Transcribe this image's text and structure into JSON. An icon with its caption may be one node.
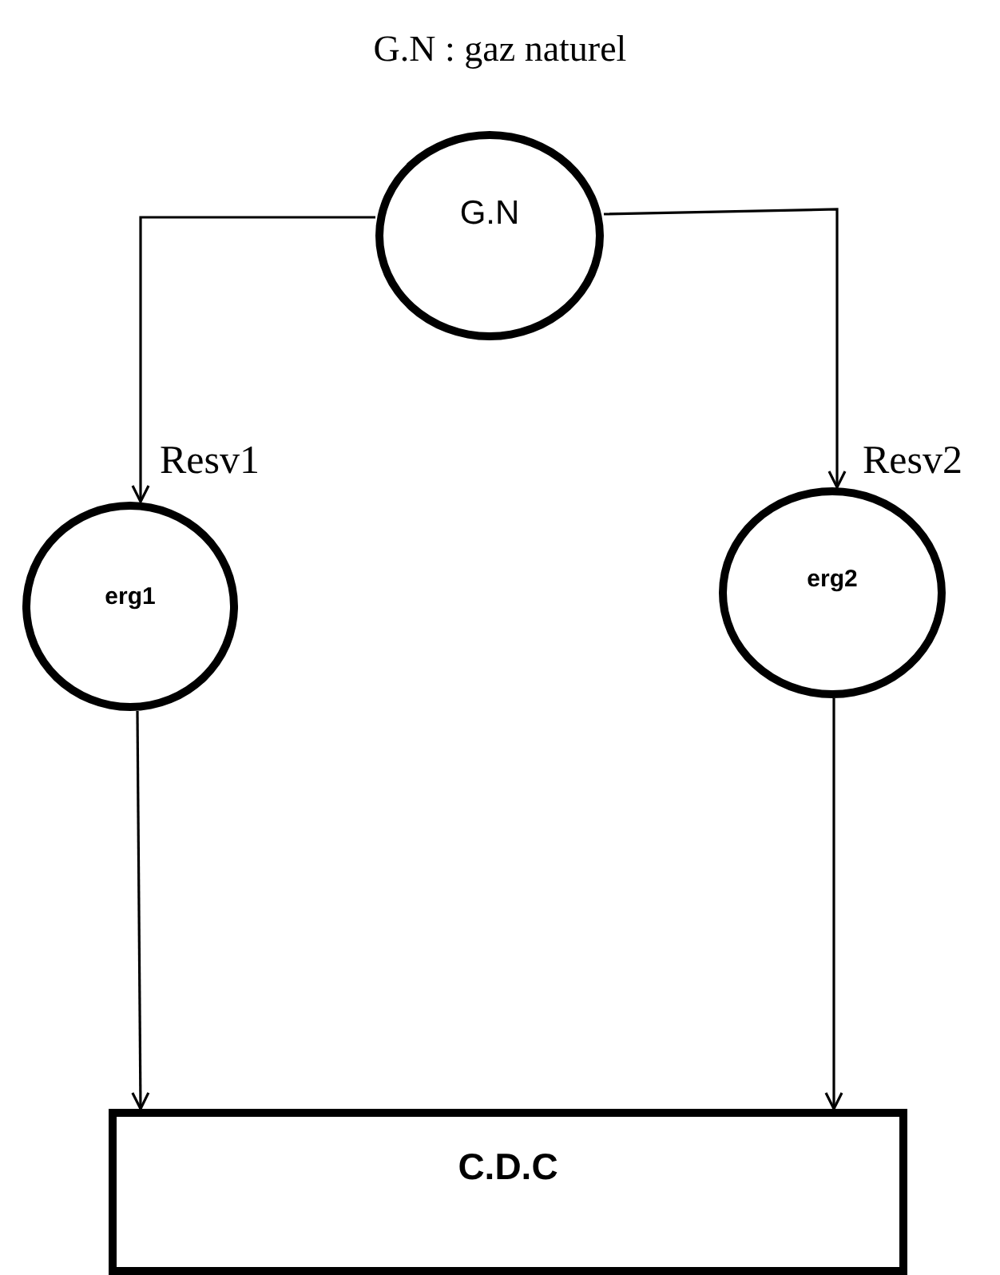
{
  "diagram": {
    "title": "G.N : gaz naturel",
    "nodes": [
      {
        "text": [
          "G.N"
        ]
      },
      {
        "text": [
          "erg1"
        ]
      },
      {
        "text": [
          "erg2"
        ]
      },
      {
        "text": [
          "C.D.C"
        ]
      }
    ],
    "edges": [
      {
        "from": 0,
        "to": 1,
        "arrow": "to"
      },
      {
        "from": 0,
        "to": 2,
        "arrow": "to"
      },
      {
        "from": 1,
        "to": 3,
        "arrow": "to"
      },
      {
        "from": 2,
        "to": 3,
        "arrow": "to"
      }
    ],
    "labels": [
      "Resv1",
      "Resv2"
    ]
  }
}
